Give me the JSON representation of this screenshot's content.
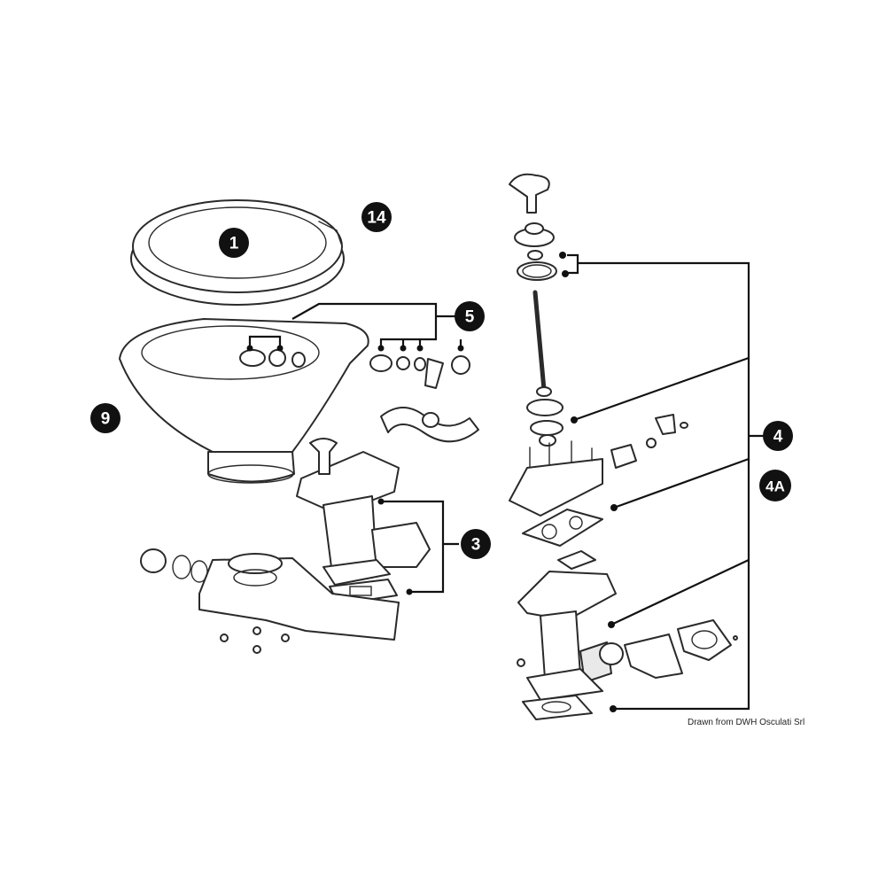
{
  "labels": {
    "part_1": "1",
    "part_14": "14",
    "part_5": "5",
    "part_9": "9",
    "part_3": "3",
    "part_4": "4",
    "part_4a": "4A"
  },
  "credit": "Drawn from DWH Osculati Srl",
  "colors": {
    "badge": "#111111",
    "line": "#2a2a2a",
    "background": "#ffffff"
  }
}
